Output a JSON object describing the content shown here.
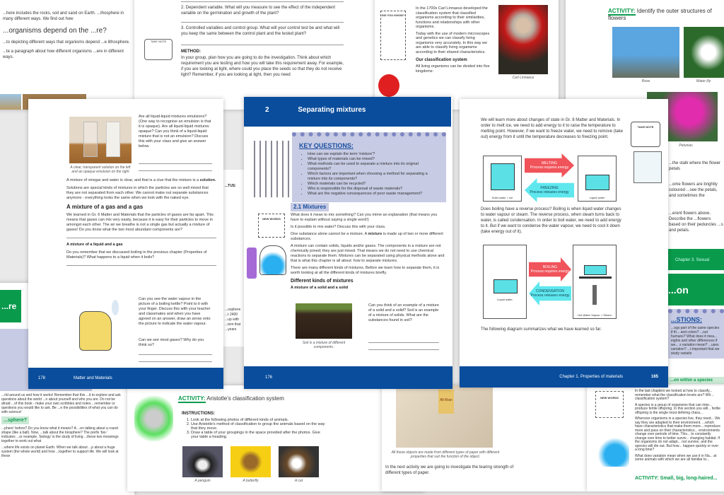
{
  "bg_top_left": {
    "p1": "...here includes the rocks, soil and sand on Earth. ...thosphere in many different ways. We find out how",
    "heading": "...organisms depend on the ...re?",
    "p2": "...to depicting different ways that organisms depend ...e lithosphere.",
    "p3": "...te a paragraph about how different organisms ...ere in different ways."
  },
  "bg_top_mid": {
    "item2": "2. Dependent variable. What will you measure to see the effect of the independent variable on the germination and growth of the plant?",
    "item3": "3. Controlled variables and control group. What will your control test be and what will you keep the same between the control plant and the tested plant?",
    "take_note": "TAKE NOTE",
    "method_h": "METHOD:",
    "method": "In your group, plan how you are going to do the investigation. Think about which requirement you are testing and how you will take this requirement away. For example, if you are looking at light, where could you place the seeds so that they do not receive light? Remember, if you are looking at light, then you need",
    "side_frag": "...TUS:"
  },
  "bg_linnaeus": {
    "did_you_know": "DID YOU KNOW?",
    "p1": "In the 1700s Carl Linnaeus developed the classification system that classified organisms according to their similarities, functions and relationships with other organisms.",
    "p2": "Today with the use of modern microscopes and genetics we can classify living organisms very accurately. In this way we are able to classify living organisms according to their shared characteristics.",
    "caption": "Carl Linnaeus",
    "heading": "Our classification system",
    "p3": "All living organisms can be divided into five kingdoms:"
  },
  "bg_flowers": {
    "activity": "ACTIVITY:",
    "title": "Identify the outer structures of flowers",
    "cap1": "Rose",
    "cap2": "Water lily",
    "cap3": "Petunias",
    "q1": "...the stalk where the flower petals",
    "q2": "...ome flowers are brightly coloured ...see the petals, and sometimes the",
    "q3": "...erent flowers above. Describe the ...flowers based on their peduncles ...s and petals.",
    "chapter": "Chapter 3. Sexual",
    "title_frag": "...on",
    "key_q": "...STIONS:",
    "kq_text": "...ogs part of the same species if th... and colors? ...out humans? What does it mea... eights and other differences if we... s variation mean? ...uses variation? ...t important that we study variatio",
    "section": "...on within a species"
  },
  "bg_biosphere": {
    "title_frag": "...re",
    "p1": "...rld around us and how it works! Remember that this ...it to explore and ask questions about the world ...n about yourself and who you are. Do not be afraid ...of this book - make your own scribbles and notes ...remember or questions you would like to ask. Be ...e the possibilities of what you can do with science!",
    "heading": "...sphere?",
    "p2": "...phere' before? Do you know what it means? A ...en talking about a round shape (like a ball). Now, ...talk about the biosphere? The prefix 'bio-' indicates ...or example, 'biology' is the study of living ...these two meanings together to work out what",
    "p3": "...where life exists on planet Earth. When we talk about ...p about a huge system (the whole world) and how ...together to support life. We will look at these"
  },
  "bg_aristotle": {
    "activity": "ACTIVITY:",
    "title": "Aristotle's classification system",
    "instr": "INSTRUCTIONS:",
    "steps": [
      "Look at the following photos of different kinds of animals.",
      "Use Aristotle's method of classification to group the animals based on the way that they move.",
      "Draw a table of your groupings in the space provided after the photos. Give your table a heading."
    ],
    "cap1": "A penguin",
    "cap2": "A butterfly",
    "cap3": "A cat",
    "side": "...osphere ...t 2400 ...up with ...tem that ...years"
  },
  "bg_paper": {
    "caption": "All these objects are made from different types of paper with different properties that suit the function of the object.",
    "p1": "In the next activity we are going to investigate the tearing strength of different types of paper.",
    "brand": "All-Bran"
  },
  "bg_species": {
    "new_words": "NEW WORDS",
    "p1": "In the last chapters we looked at how to classify... remember what the classification levels are? Wh... classification system?",
    "p2": "A species is a group of organisms that can inter... produce fertile offspring. In this section you will... fertile offspring is the single most defining chara...",
    "p3": "Wherever organisms in a species live, they need... We say they are adapted to their environment. ...which have characteristics that make them more... reproduce more and pass on their characteristics... environments change over periods of time. This... to constantly change over time to better surviv... changing habitat. If the organisms do not adapt... not survive, and the species will die out. But how... happen quickly or over a long time?",
    "p4": "What does variation mean when we use it in Na... at some animals with which we are all familiar to...",
    "activity": "ACTIVITY: Small, big, long-haired..."
  },
  "left_page": {
    "caption": "A clear, transparent solution on the left and an opaque emulsion on the right",
    "q1": "Are all liquid-liquid mixtures emulsions? (One way to recognise an emulsion is that it is opaque). Are all liquid-liquid mixtures opaque? Can you think of a liquid-liquid mixture that is not an emulsion? Discuss this with your class and give an answer below.",
    "p1": "A mixture of vinegar and water is clear, and that is a clue that the mixture is a",
    "p1_bold": "solution.",
    "p2": "Solutions are special kinds of mixtures in which the particles are so well mixed that they are not separated from each other. We cannot make out separate substances anymore - everything looks the same when we look with the naked eye.",
    "h1": "A mixture of a gas and a gas",
    "p3": "We learned in Gr. 6 Matter and Materials that the particles of gases are far apart. This means that gases can mix very easily, because it is easy for their particles to move in amongst each other. The air we breathe is not a single gas but actually a mixture of gases! Do you know what the two most abundant components are?",
    "h2": "A mixture of a liquid and a gas",
    "p4": "Do you remember that we discussed boiling in the previous chapter (Properties of Materials)? What happens to a liquid when it boils?",
    "q2": "Can you see the water vapour in the picture of a boiling kettle? Point to it with your finger. Discuss this with your teacher and classmates and when you have agreed on an answer, draw an arrow onto the picture to indicate the water vapour.",
    "q3": "Can we see most gases? Why do you think so?",
    "page_num": "178",
    "footer_title": "Matter and Materials"
  },
  "center_page": {
    "chapter_num": "2",
    "chapter_title": "Separating mixtures",
    "key_questions_title": "KEY QUESTIONS:",
    "key_questions": [
      "How can we explain the term 'mixture'?",
      "What types of materials can be mixed?",
      "What methods can be used to separate a mixture into its original components?",
      "Which factors are important when choosing a method for separating a mixture into its components?",
      "Which materials can be recycled?",
      "Who is responsible for the disposal of waste materials?",
      "What are the negative consequences of poor waste management?"
    ],
    "section": "2.1 Mixtures",
    "new_words": "NEW WORDS",
    "p1": "What does it mean to mix something? Can you mime an explanation (that means you have to explain without saying a single word!)",
    "p2": "Is it possible to mix water? Discuss this with your class.",
    "p3a": "One substance alone cannot be a mixture. A",
    "p3b": "mixture",
    "p3c": "is made up of two or more different substances.",
    "p4": "A mixture can contain solids, liquids and/or gases. The components in a mixture are not chemically joined; they are just mixed. That means we do not need to use chemical reactions to separate them. Mixtures can be separated using physical methods alone and that is what this chapter is all about: how to separate mixtures.",
    "p5": "There are many different kinds of mixtures. Before we learn how to separate them, it is worth looking at all the different kinds of mixtures briefly.",
    "h1": "Different kinds of mixtures",
    "h2": "A mixture of a solid and a solid",
    "caption": "Soil is a mixture of different components.",
    "q1": "Can you think of an example of a mixture of a solid and a solid? Soil is an example of a mixture of solids. What are the substances found in soil?",
    "page_num": "176"
  },
  "right_page": {
    "p1": "We will learn more about changes of state in Gr. 8 Matter and Materials. In order to melt ice, we need to add energy to it to raise the temperature to melting point. However, if we want to freeze water, we need to remove (take out) energy from it until the temperature decreases to freezing point.",
    "melting": "MELTING",
    "melting_sub": "Process requires energy",
    "freezing": "FREEZING",
    "freezing_sub": "Process releases energy",
    "solid_label": "Solid water = ice",
    "liquid_label": "Liquid water",
    "take_note": "TAKE NOTE",
    "p2": "Does boiling have a reverse process? Boiling is when liquid water changes to water vapour or steam. The reverse process, when steam turns back to water, is called condensation. In order to boil water, we need to add energy to it. But if we want to condense the water vapour, we need to cool it down (take energy out of it).",
    "boiling": "BOILING",
    "boiling_sub": "Process requires energy",
    "condensation": "CONDENSATION",
    "condensation_sub": "Process releases energy",
    "liquid_label2": "Liquid water",
    "steam_label": "Hot Water Vapour = Steam",
    "p3": "The following diagram summarizes what we have learned so far.",
    "chapter": "Chapter 1.  Properties of materials",
    "page_num": "165"
  },
  "colors": {
    "blue": "#0a4d9c",
    "green": "#0a9a4c",
    "melt_red": "#f0535a",
    "freeze_cyan": "#5fe7ee",
    "key_q_bg": "#c7cbe3"
  }
}
